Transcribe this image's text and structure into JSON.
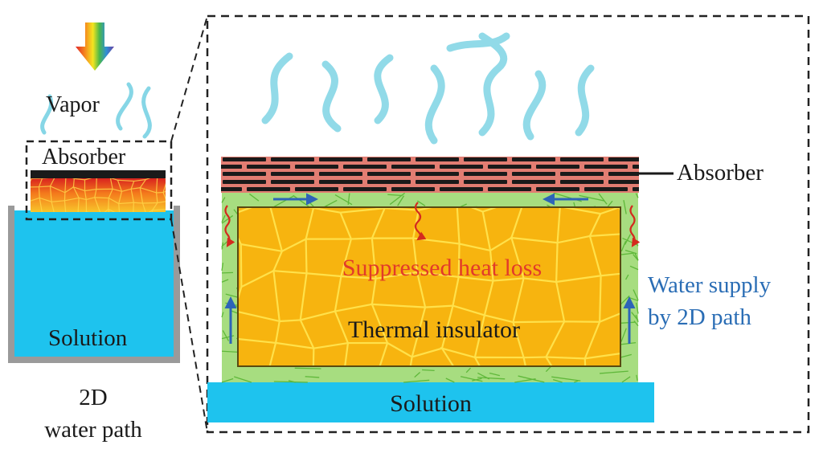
{
  "left_panel": {
    "vapor_label": "Vapor",
    "absorber_label": "Absorber",
    "solution_label": "Solution",
    "path_label_line1": "2D",
    "path_label_line2": "water path"
  },
  "detail_panel": {
    "absorber_label": "Absorber",
    "heat_loss_label": "Suppressed heat loss",
    "insulator_label": "Thermal insulator",
    "water_supply_line1": "Water supply",
    "water_supply_line2": "by 2D path",
    "solution_label": "Solution"
  },
  "colors": {
    "solution": "#1ec3ee",
    "insulator": "#f7b40f",
    "insulator_cells": "#ffe14a",
    "green_fiber": "#7ccc4a",
    "absorber_brick": "#e27d72",
    "absorber_dark": "#1a1a1a",
    "heat_loss_text": "#e23a2a",
    "water_supply_text": "#2a6db5",
    "vapor": "#86d6e6",
    "flow_arrow": "#2d64b8",
    "heat_arrow": "#d42a1e",
    "container": "#9a9a9a"
  },
  "icons": {
    "sunlight": "rainbow-down-arrow-icon",
    "vapor": "vapor-wisps-icon",
    "water_flow": "blue-arrow-icon",
    "heat": "red-wavy-arrow-icon"
  }
}
